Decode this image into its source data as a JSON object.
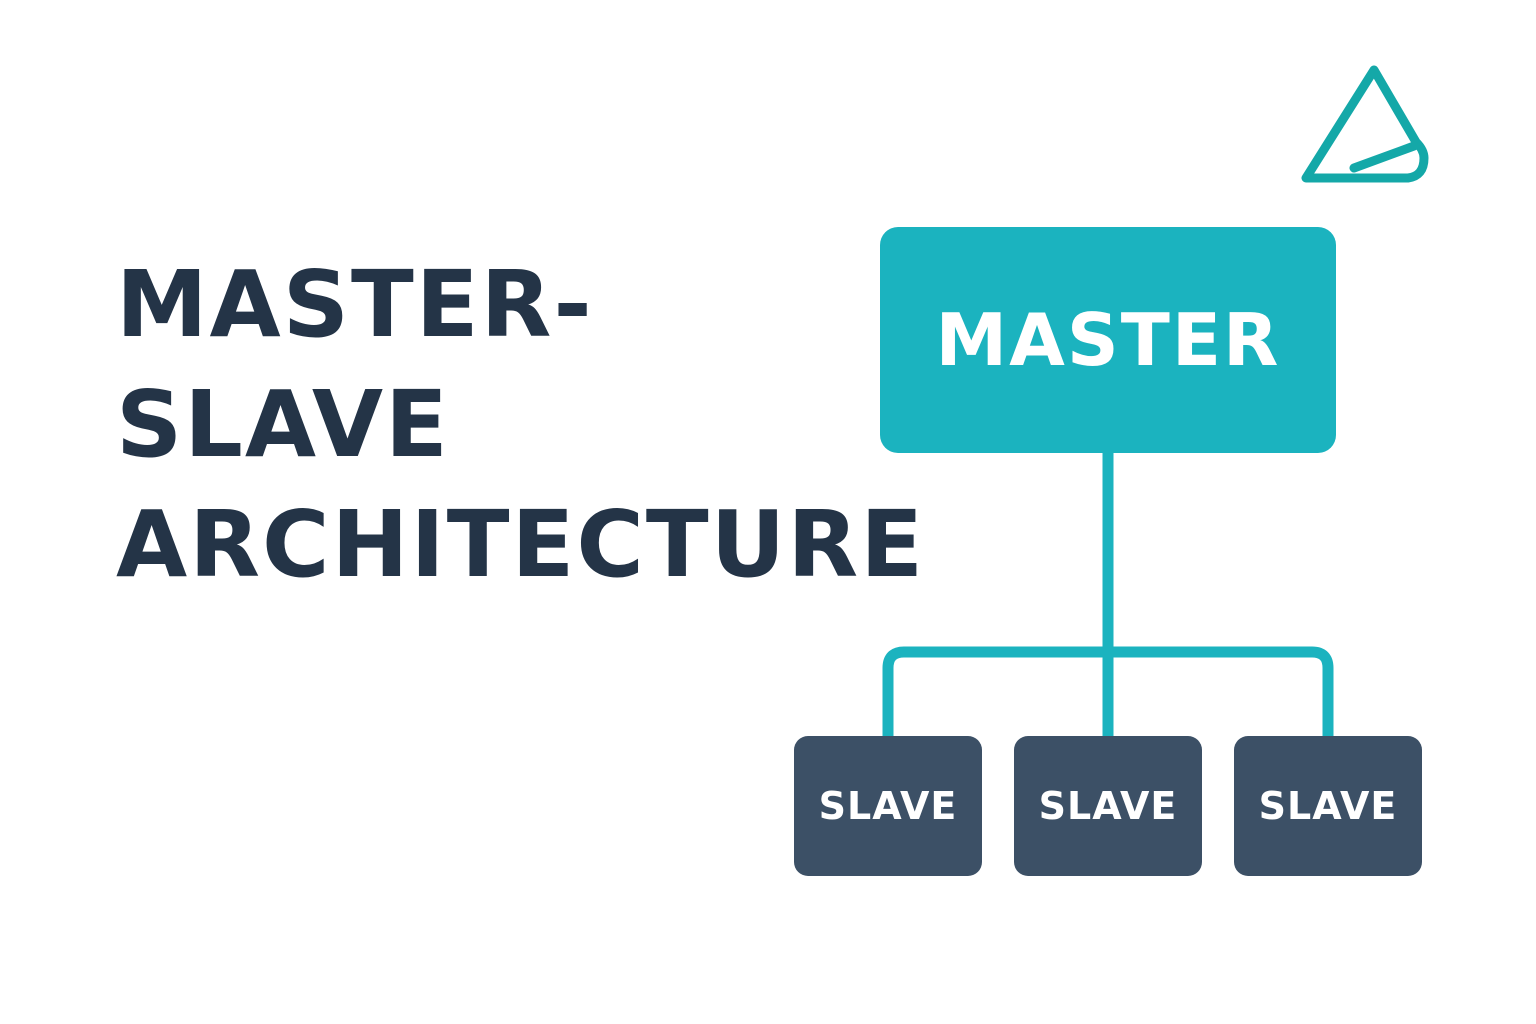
{
  "title": {
    "line1": "MASTER-",
    "line2": "SLAVE",
    "line3": "ARCHITECTURE"
  },
  "diagram": {
    "master": {
      "label": "MASTER"
    },
    "slaves": [
      {
        "label": "SLAVE"
      },
      {
        "label": "SLAVE"
      },
      {
        "label": "SLAVE"
      }
    ]
  },
  "logo": {
    "icon": "triangle-logo-icon"
  },
  "colors": {
    "title_text": "#243447",
    "master_fill": "#1bb3bf",
    "connector": "#1bb3bf",
    "slave_fill": "#3c5066",
    "logo": "#14a8a8"
  }
}
